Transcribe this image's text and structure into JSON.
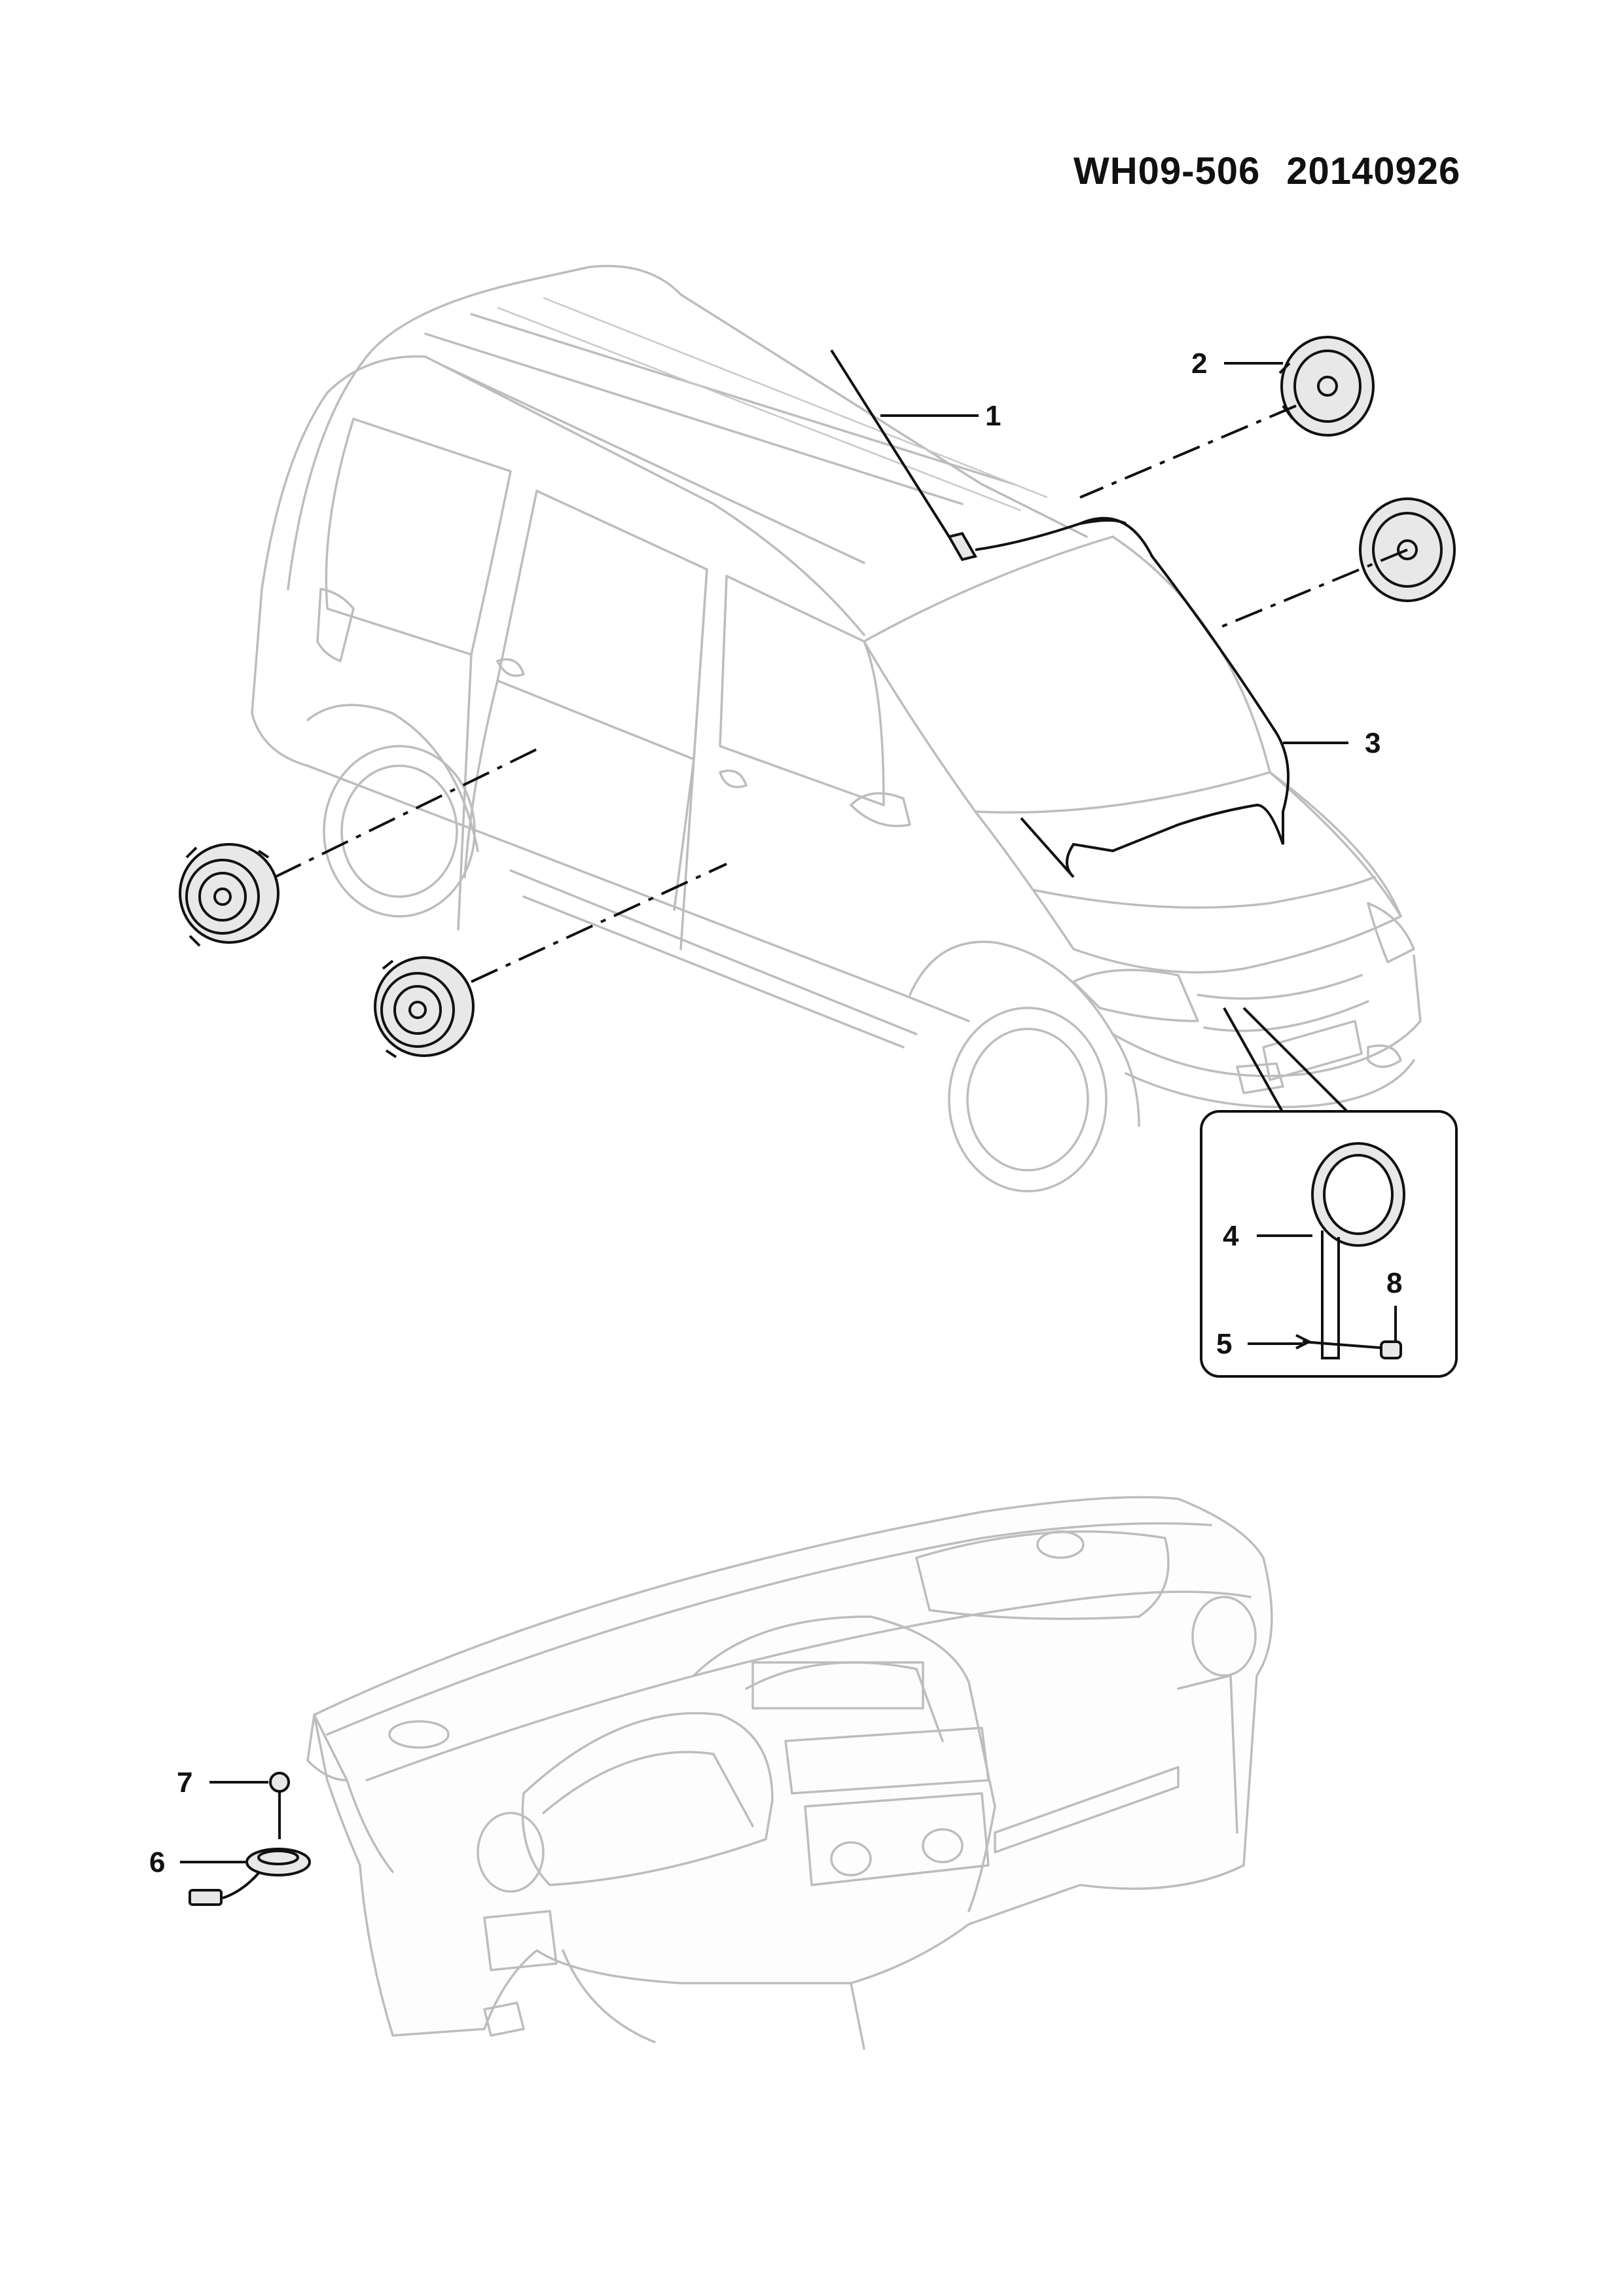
{
  "header": {
    "part_code": "WH09-506",
    "date_code": "20140926"
  },
  "callouts": [
    {
      "id": "1",
      "label": "1"
    },
    {
      "id": "2",
      "label": "2"
    },
    {
      "id": "3",
      "label": "3"
    },
    {
      "id": "4",
      "label": "4"
    },
    {
      "id": "5",
      "label": "5"
    },
    {
      "id": "6",
      "label": "6"
    },
    {
      "id": "7",
      "label": "7"
    },
    {
      "id": "8",
      "label": "8"
    }
  ]
}
